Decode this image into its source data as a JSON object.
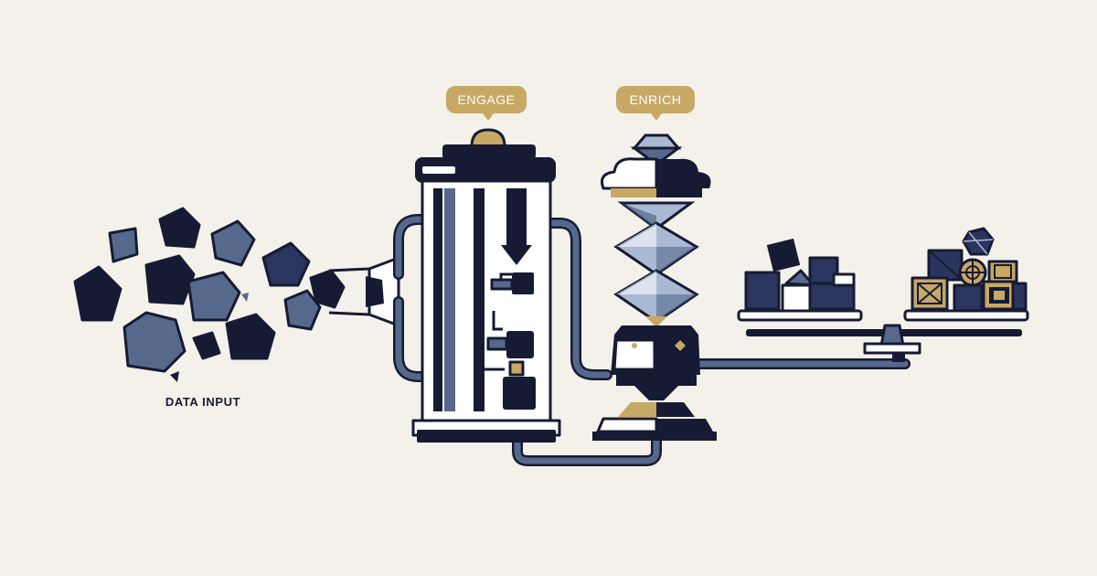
{
  "labels": {
    "engage": "ENGAGE",
    "enrich": "ENRICH",
    "data_input": "DATA INPUT"
  },
  "colors": {
    "background": "#f3f1ea",
    "navy": "#161b33",
    "slate_blue": "#56698c",
    "deep_blue": "#2a3560",
    "gold": "#c7a865",
    "crystal": "#a9b9d4",
    "white": "#ffffff"
  },
  "icons": [
    "data-rock-cluster",
    "intake-funnel",
    "processing-tower",
    "diamond-crystal-stack",
    "pedestal-machine",
    "balance-scale",
    "cube-stack",
    "ornate-cube-stack"
  ]
}
